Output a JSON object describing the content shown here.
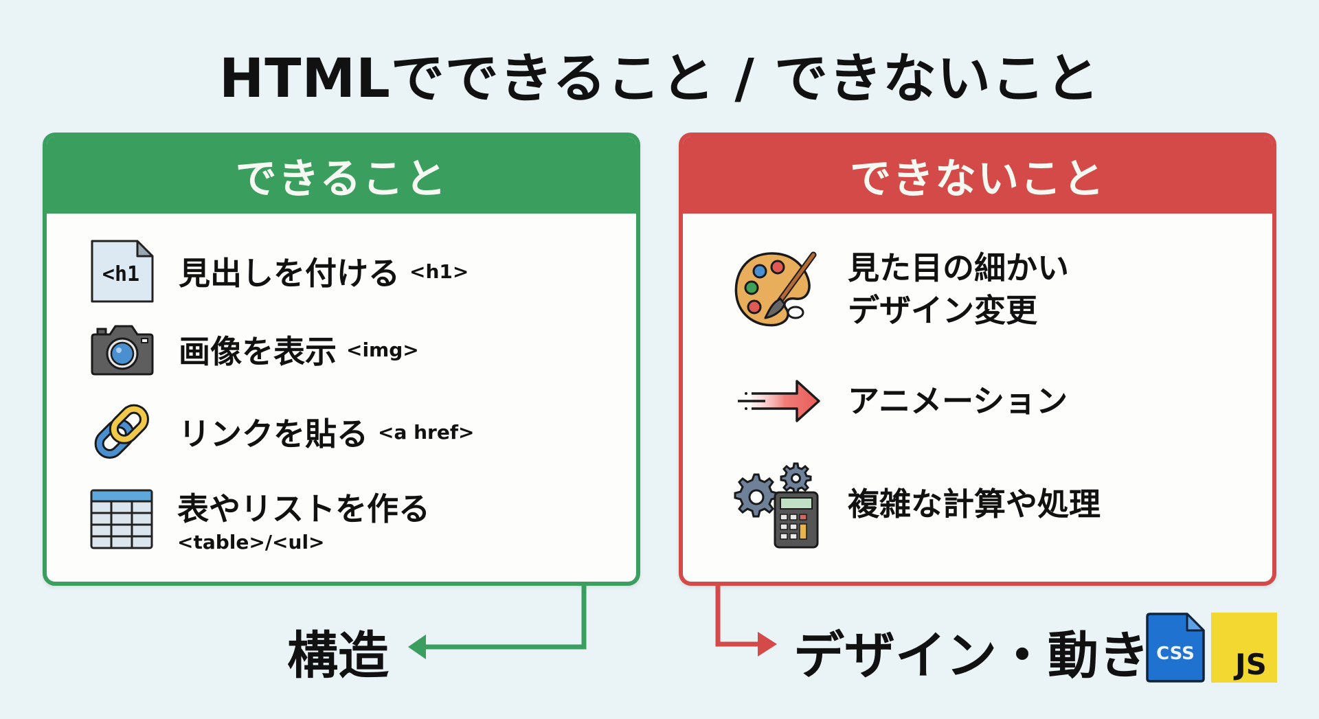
{
  "title": "HTMLでできること / できないこと",
  "can_panel": {
    "header": "できること",
    "color": "#3a9e5f",
    "items": [
      {
        "icon": "h1-file-icon",
        "icon_label": "<h1",
        "text": "見出しを付ける",
        "tag": "<h1>"
      },
      {
        "icon": "camera-icon",
        "text": "画像を表示",
        "tag": "<img>"
      },
      {
        "icon": "link-icon",
        "text": "リンクを貼る",
        "tag": "<a href>"
      },
      {
        "icon": "table-icon",
        "text": "表やリストを作る",
        "tag": "<table>/<ul>"
      }
    ]
  },
  "cannot_panel": {
    "header": "できないこと",
    "color": "#d44a48",
    "items": [
      {
        "icon": "palette-icon",
        "text_line1": "見た目の細かい",
        "text_line2": "デザイン変更"
      },
      {
        "icon": "motion-arrow-icon",
        "text": "アニメーション"
      },
      {
        "icon": "gears-calculator-icon",
        "text": "複雑な計算や処理"
      }
    ]
  },
  "outcomes": {
    "structure": "構造",
    "design_motion": "デザイン・動き",
    "css_badge": "CSS",
    "js_badge": "JS"
  }
}
